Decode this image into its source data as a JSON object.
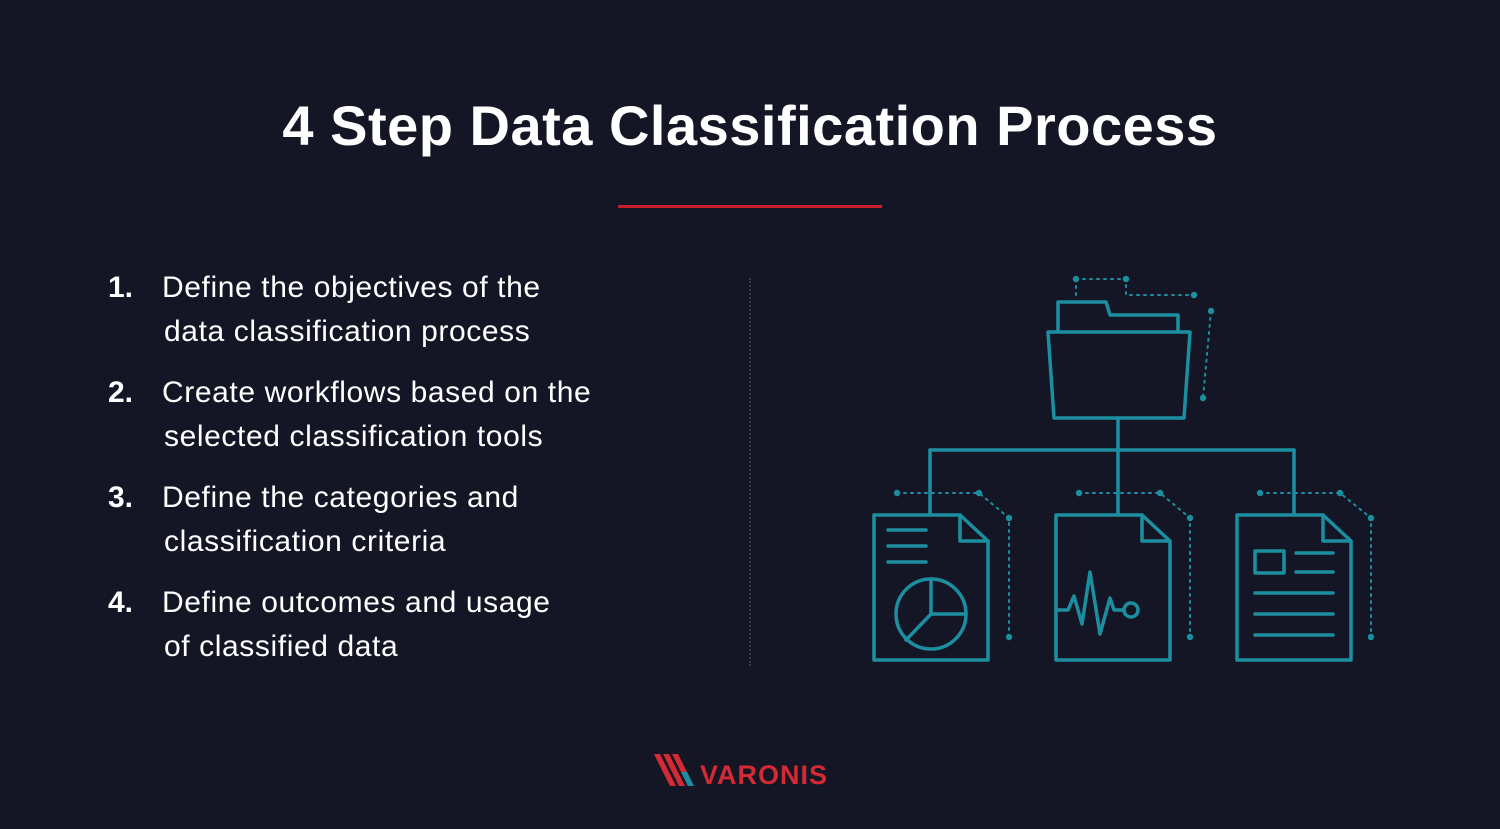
{
  "title": "4 Step Data Classification Process",
  "steps": [
    {
      "number": "1.",
      "line1": "Define the objectives of the",
      "line2": "data classification process"
    },
    {
      "number": "2.",
      "line1": "Create workflows based on the",
      "line2": "selected classification tools"
    },
    {
      "number": "3.",
      "line1": "Define the categories and",
      "line2": "classification criteria"
    },
    {
      "number": "4.",
      "line1": "Define outcomes and usage",
      "line2": "of classified data"
    }
  ],
  "illustration": {
    "nodes": [
      {
        "icon": "folder-icon"
      },
      {
        "icon": "pie-chart-document-icon"
      },
      {
        "icon": "heartbeat-document-icon"
      },
      {
        "icon": "text-document-icon"
      }
    ]
  },
  "logo": {
    "text": "VARONIS"
  },
  "colors": {
    "background": "#141625",
    "accent": "#c81e2b",
    "icon_stroke": "#1b8fa0",
    "text": "#ffffff"
  }
}
